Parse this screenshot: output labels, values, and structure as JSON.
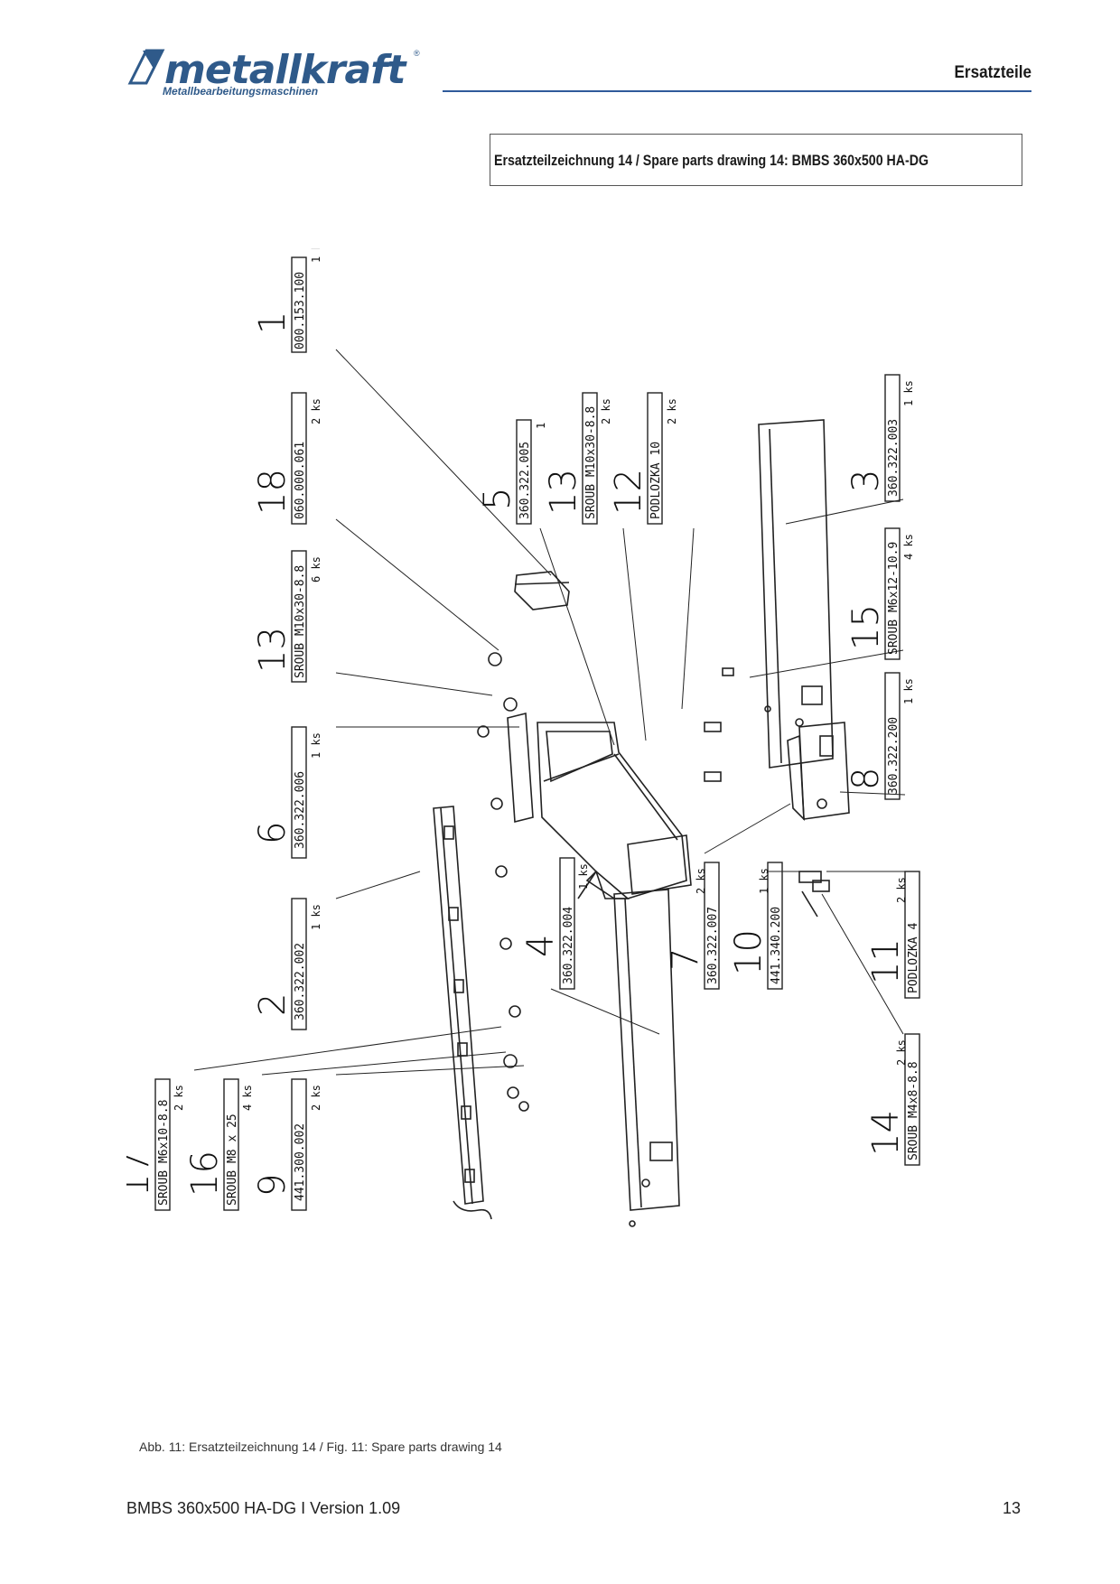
{
  "header": {
    "logo_text": "metallkraft",
    "logo_subtitle": "Metallbearbeitungsmaschinen",
    "logo_registered": "®",
    "section_title": "Ersatzteile"
  },
  "drawing_title": "Ersatzteilzeichnung 14 / Spare parts drawing 14: BMBS 360x500 HA-DG",
  "callouts": [
    {
      "num": "1",
      "part": "000.153.100",
      "qty": "1 k"
    },
    {
      "num": "18",
      "part": "060.000.061",
      "qty": "2 ks"
    },
    {
      "num": "13",
      "part": "SROUB M10x30-8.8",
      "qty": "6 ks"
    },
    {
      "num": "6",
      "part": "360.322.006",
      "qty": "1 ks"
    },
    {
      "num": "2",
      "part": "360.322.002",
      "qty": "1 ks"
    },
    {
      "num": "9",
      "part": "441.300.002",
      "qty": "2 ks"
    },
    {
      "num": "16",
      "part": "SROUB M8 x 25",
      "qty": "4 ks"
    },
    {
      "num": "17",
      "part": "SROUB M6x10-8.8",
      "qty": "2 ks"
    },
    {
      "num": "5",
      "part": "360.322.005",
      "qty": "1"
    },
    {
      "num": "13",
      "part": "SROUB M10x30-8.8",
      "qty": "2 ks"
    },
    {
      "num": "12",
      "part": "PODLOZKA 10",
      "qty": "2 ks"
    },
    {
      "num": "3",
      "part": "360.322.003",
      "qty": "1 ks"
    },
    {
      "num": "15",
      "part": "SROUB M6x12-10.9",
      "qty": "4 ks"
    },
    {
      "num": "8",
      "part": "360.322.200",
      "qty": "1 ks"
    },
    {
      "num": "4",
      "part": "360.322.004",
      "qty": "1 ks"
    },
    {
      "num": "7",
      "part": "360.322.007",
      "qty": "2 ks"
    },
    {
      "num": "10",
      "part": "441.340.200",
      "qty": "1 ks"
    },
    {
      "num": "11",
      "part": "PODLOZKA 4",
      "qty": "2 ks"
    },
    {
      "num": "14",
      "part": "SROUB M4x8-8.8",
      "qty": "2 ks"
    }
  ],
  "caption": "Abb. 11: Ersatzteilzeichnung 14 / Fig. 11: Spare parts drawing 14",
  "footer": {
    "left": "BMBS 360x500 HA-DG I Version 1.09",
    "page": "13"
  }
}
